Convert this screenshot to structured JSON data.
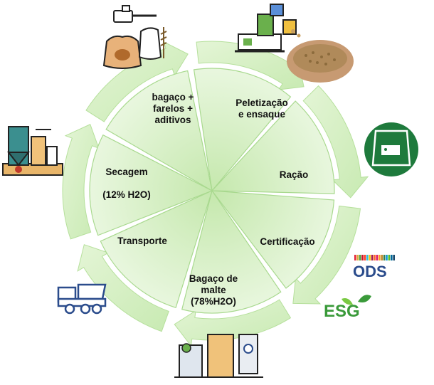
{
  "colors": {
    "segment_light": "#e9f7de",
    "segment_mid": "#c9eab4",
    "segment_dark": "#b8e2a0",
    "segment_edge": "#a9d98f",
    "arrow_fill": "#d7f0c4",
    "arrow_edge": "#b6e09c",
    "ods_blue": "#2b4c8c",
    "esg_green": "#3a9a3a",
    "feed_bag_bg": "#1e7a3c"
  },
  "segments": [
    {
      "id": "mix",
      "text": "bagaço +\nfarelos +\naditivos"
    },
    {
      "id": "pellet",
      "text": "Peletização\ne ensaque"
    },
    {
      "id": "racao",
      "text": "Ração"
    },
    {
      "id": "cert",
      "text": "Certificação"
    },
    {
      "id": "bagaco",
      "text": "Bagaço de\nmalte\n(78%H2O)"
    },
    {
      "id": "transporte",
      "text": "Transporte"
    },
    {
      "id": "secagem",
      "text": "Secagem\n\n(12% H2O)"
    }
  ],
  "icons": {
    "mix": "flour-sacks-scale-icon",
    "pellet": "pellet-machine-icon",
    "grains": "grains-in-hands-icon",
    "racao": "feed-bag-cow-icon",
    "cert_ods": "ods-logo",
    "cert_esg": "esg-logo",
    "brewery": "brewery-tanks-icon",
    "truck": "dump-truck-icon",
    "dryer": "grain-dryer-icon"
  },
  "logos": {
    "ods": "ODS",
    "esg": "ESG"
  }
}
